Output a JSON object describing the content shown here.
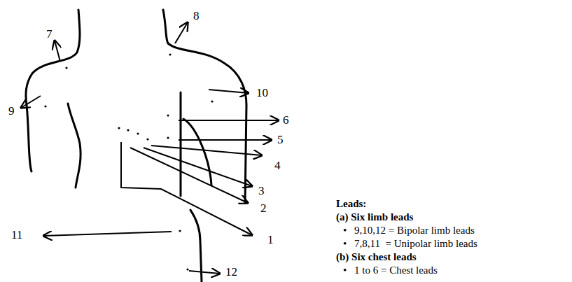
{
  "diagram": {
    "labels": [
      "7",
      "8",
      "9",
      "10",
      "6",
      "5",
      "4",
      "3",
      "2",
      "1",
      "11",
      "12",
      "Leads:",
      "(a) Six limb leads",
      "•",
      "9,10,12 = Bipolar limb leads",
      "•",
      "7,8,11  = Unipolar limb leads",
      "(b) Six chest leads",
      "•",
      "1 to 6 = Chest leads"
    ]
  }
}
